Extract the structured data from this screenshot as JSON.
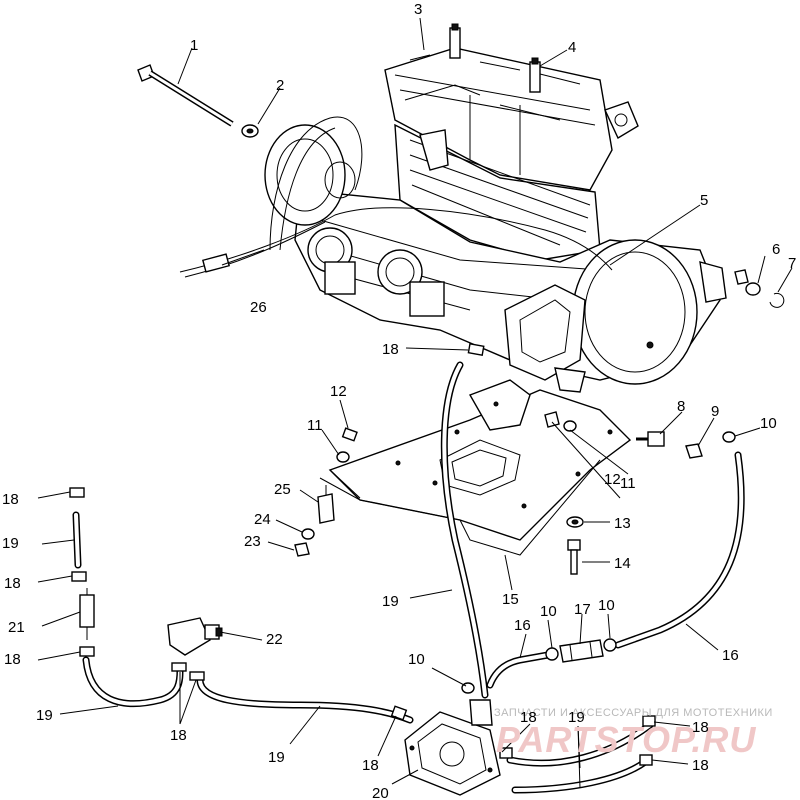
{
  "callouts": [
    {
      "id": "c1",
      "text": "1"
    },
    {
      "id": "c2",
      "text": "2"
    },
    {
      "id": "c3",
      "text": "3"
    },
    {
      "id": "c4",
      "text": "4"
    },
    {
      "id": "c5",
      "text": "5"
    },
    {
      "id": "c6",
      "text": "6"
    },
    {
      "id": "c7",
      "text": "7"
    },
    {
      "id": "c8",
      "text": "8"
    },
    {
      "id": "c9",
      "text": "9"
    },
    {
      "id": "c10a",
      "text": "10"
    },
    {
      "id": "c10b",
      "text": "10"
    },
    {
      "id": "c10c",
      "text": "10"
    },
    {
      "id": "c10d",
      "text": "10"
    },
    {
      "id": "c11a",
      "text": "11"
    },
    {
      "id": "c11b",
      "text": "11"
    },
    {
      "id": "c12a",
      "text": "12"
    },
    {
      "id": "c12b",
      "text": "12"
    },
    {
      "id": "c13",
      "text": "13"
    },
    {
      "id": "c14",
      "text": "14"
    },
    {
      "id": "c15",
      "text": "15"
    },
    {
      "id": "c16a",
      "text": "16"
    },
    {
      "id": "c16b",
      "text": "16"
    },
    {
      "id": "c17",
      "text": "17"
    },
    {
      "id": "c18a",
      "text": "18"
    },
    {
      "id": "c18b",
      "text": "18"
    },
    {
      "id": "c18c",
      "text": "18"
    },
    {
      "id": "c18d",
      "text": "18"
    },
    {
      "id": "c18e",
      "text": "18"
    },
    {
      "id": "c18f",
      "text": "18"
    },
    {
      "id": "c18g",
      "text": "18"
    },
    {
      "id": "c18h",
      "text": "18"
    },
    {
      "id": "c18i",
      "text": "18"
    },
    {
      "id": "c19a",
      "text": "19"
    },
    {
      "id": "c19b",
      "text": "19"
    },
    {
      "id": "c19c",
      "text": "19"
    },
    {
      "id": "c19d",
      "text": "19"
    },
    {
      "id": "c20",
      "text": "20"
    },
    {
      "id": "c21",
      "text": "21"
    },
    {
      "id": "c22",
      "text": "22"
    },
    {
      "id": "c23",
      "text": "23"
    },
    {
      "id": "c24",
      "text": "24"
    },
    {
      "id": "c25",
      "text": "25"
    },
    {
      "id": "c26",
      "text": "26"
    }
  ],
  "watermark": {
    "tagline": "ЗАПЧАСТИ И АКСЕССУАРЫ ДЛЯ МОТОТЕХНИКИ",
    "brand": "PARTSTOP.RU"
  }
}
